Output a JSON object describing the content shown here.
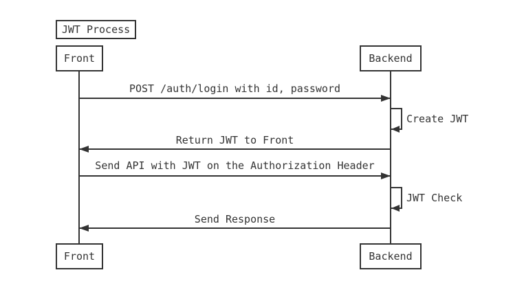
{
  "colors": {
    "ink": "#333333",
    "background": "#ffffff"
  },
  "diagram": {
    "type": "sequence",
    "title": "JWT Process",
    "actors": [
      {
        "id": "front",
        "label": "Front"
      },
      {
        "id": "backend",
        "label": "Backend"
      }
    ],
    "messages": [
      {
        "from": "Front",
        "to": "Backend",
        "kind": "arrow-right",
        "label": "POST /auth/login with id, password"
      },
      {
        "from": "Backend",
        "to": "Backend",
        "kind": "self",
        "label": "Create JWT"
      },
      {
        "from": "Backend",
        "to": "Front",
        "kind": "arrow-left",
        "label": "Return JWT to Front"
      },
      {
        "from": "Front",
        "to": "Backend",
        "kind": "arrow-right",
        "label": "Send API with JWT on the Authorization Header"
      },
      {
        "from": "Backend",
        "to": "Backend",
        "kind": "self",
        "label": "JWT Check"
      },
      {
        "from": "Backend",
        "to": "Front",
        "kind": "arrow-left",
        "label": "Send Response"
      }
    ]
  }
}
